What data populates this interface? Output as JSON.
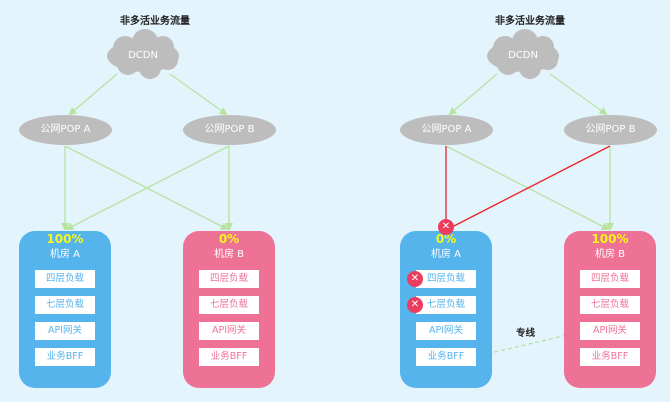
{
  "colors": {
    "background": "#e4f4fc",
    "room_a": "#55b4ec",
    "room_b": "#ee7296",
    "percent": "#f7f71a",
    "ok_line": "#b6e4a0",
    "failed_line": "#e8232a",
    "node": "#bdbdbd"
  },
  "left": {
    "title": "非多活业务流量",
    "cloud": "DCDN",
    "pop_a": "公网POP A",
    "pop_b": "公网POP B",
    "room_a": {
      "percent": "100%",
      "name": "机房 A",
      "layers": [
        "四层负载",
        "七层负载",
        "API网关",
        "业务BFF"
      ]
    },
    "room_b": {
      "percent": "0%",
      "name": "机房 B",
      "layers": [
        "四层负载",
        "七层负载",
        "API网关",
        "业务BFF"
      ]
    }
  },
  "right": {
    "title": "非多活业务流量",
    "cloud": "DCDN",
    "pop_a": "公网POP A",
    "pop_b": "公网POP B",
    "room_a": {
      "percent": "0%",
      "name": "机房 A",
      "layers": [
        "四层负载",
        "七层负载",
        "API网关",
        "业务BFF"
      ],
      "failed_layers": [
        "四层负载",
        "七层负载"
      ]
    },
    "room_b": {
      "percent": "100%",
      "name": "机房 B",
      "layers": [
        "四层负载",
        "七层负载",
        "API网关",
        "业务BFF"
      ]
    },
    "dedicated_line": "专线"
  }
}
